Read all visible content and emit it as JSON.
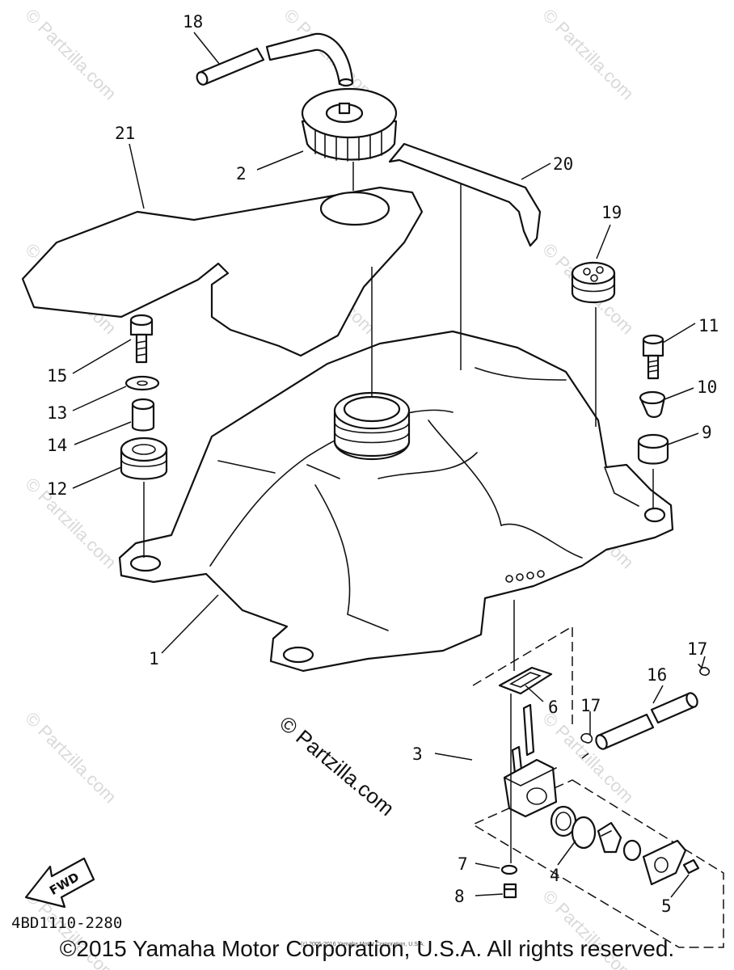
{
  "diagram": {
    "callouts": [
      {
        "id": "1",
        "label": "1"
      },
      {
        "id": "2",
        "label": "2"
      },
      {
        "id": "3",
        "label": "3"
      },
      {
        "id": "4",
        "label": "4"
      },
      {
        "id": "5",
        "label": "5"
      },
      {
        "id": "6",
        "label": "6"
      },
      {
        "id": "7",
        "label": "7"
      },
      {
        "id": "8",
        "label": "8"
      },
      {
        "id": "9",
        "label": "9"
      },
      {
        "id": "10",
        "label": "10"
      },
      {
        "id": "11",
        "label": "11"
      },
      {
        "id": "12",
        "label": "12"
      },
      {
        "id": "13",
        "label": "13"
      },
      {
        "id": "14",
        "label": "14"
      },
      {
        "id": "15",
        "label": "15"
      },
      {
        "id": "16",
        "label": "16"
      },
      {
        "id": "17a",
        "label": "17"
      },
      {
        "id": "17b",
        "label": "17"
      },
      {
        "id": "18",
        "label": "18"
      },
      {
        "id": "19",
        "label": "19"
      },
      {
        "id": "20",
        "label": "20"
      },
      {
        "id": "21",
        "label": "21"
      }
    ],
    "fwd_label": "FWD",
    "drawing_code": "4BD1110-2280",
    "watermark": "© Partzilla.com",
    "watermark_main": "© Partzilla.com",
    "small_copyright": "(c) 2005-2016 Yamaha Motor Corporation, U.S.A.",
    "copyright": "©2015 Yamaha Motor Corporation, U.S.A. All rights reserved."
  }
}
